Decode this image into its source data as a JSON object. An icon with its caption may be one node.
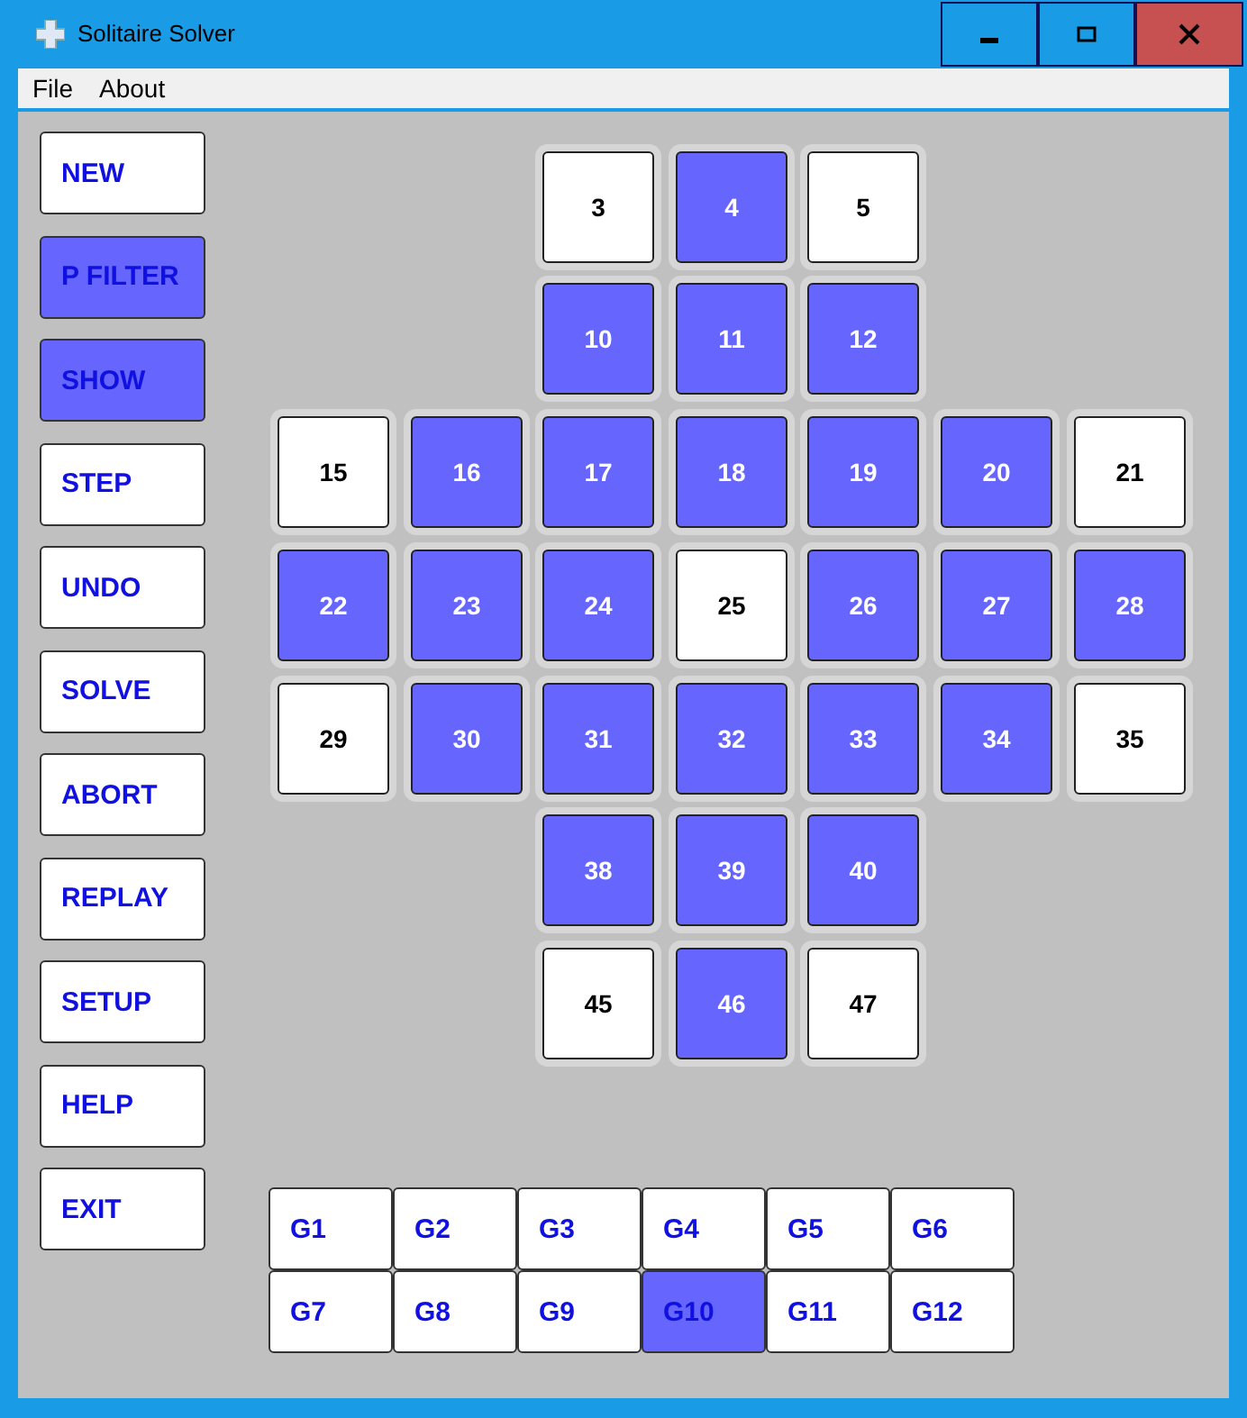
{
  "diagram": {
    "title": "Solitaire Solver",
    "labels": [
      "File",
      "About"
    ],
    "nodes": [
      {
        "text": [
          "NEW"
        ]
      },
      {
        "text": [
          "P FILTER"
        ]
      },
      {
        "text": [
          "SHOW"
        ]
      },
      {
        "text": [
          "STEP"
        ]
      },
      {
        "text": [
          "UNDO"
        ]
      },
      {
        "text": [
          "SOLVE"
        ]
      },
      {
        "text": [
          "ABORT"
        ]
      },
      {
        "text": [
          "REPLAY"
        ]
      },
      {
        "text": [
          "SETUP"
        ]
      },
      {
        "text": [
          "HELP"
        ]
      },
      {
        "text": [
          "EXIT"
        ]
      },
      {
        "text": [
          "3"
        ]
      },
      {
        "text": [
          "4"
        ]
      },
      {
        "text": [
          "5"
        ]
      },
      {
        "text": [
          "10"
        ]
      },
      {
        "text": [
          "11"
        ]
      },
      {
        "text": [
          "12"
        ]
      },
      {
        "text": [
          "15"
        ]
      },
      {
        "text": [
          "16"
        ]
      },
      {
        "text": [
          "17"
        ]
      },
      {
        "text": [
          "18"
        ]
      },
      {
        "text": [
          "19"
        ]
      },
      {
        "text": [
          "20"
        ]
      },
      {
        "text": [
          "21"
        ]
      },
      {
        "text": [
          "22"
        ]
      },
      {
        "text": [
          "23"
        ]
      },
      {
        "text": [
          "24"
        ]
      },
      {
        "text": [
          "25"
        ]
      },
      {
        "text": [
          "26"
        ]
      },
      {
        "text": [
          "27"
        ]
      },
      {
        "text": [
          "28"
        ]
      },
      {
        "text": [
          "29"
        ]
      },
      {
        "text": [
          "30"
        ]
      },
      {
        "text": [
          "31"
        ]
      },
      {
        "text": [
          "32"
        ]
      },
      {
        "text": [
          "33"
        ]
      },
      {
        "text": [
          "34"
        ]
      },
      {
        "text": [
          "35"
        ]
      },
      {
        "text": [
          "38"
        ]
      },
      {
        "text": [
          "39"
        ]
      },
      {
        "text": [
          "40"
        ]
      },
      {
        "text": [
          "45"
        ]
      },
      {
        "text": [
          "46"
        ]
      },
      {
        "text": [
          "47"
        ]
      },
      {
        "text": [
          "G1"
        ]
      },
      {
        "text": [
          "G2"
        ]
      },
      {
        "text": [
          "G3"
        ]
      },
      {
        "text": [
          "G4"
        ]
      },
      {
        "text": [
          "G5"
        ]
      },
      {
        "text": [
          "G6"
        ]
      },
      {
        "text": [
          "G7"
        ]
      },
      {
        "text": [
          "G8"
        ]
      },
      {
        "text": [
          "G9"
        ]
      },
      {
        "text": [
          "G10"
        ]
      },
      {
        "text": [
          "G11"
        ]
      },
      {
        "text": [
          "G12"
        ]
      }
    ]
  }
}
